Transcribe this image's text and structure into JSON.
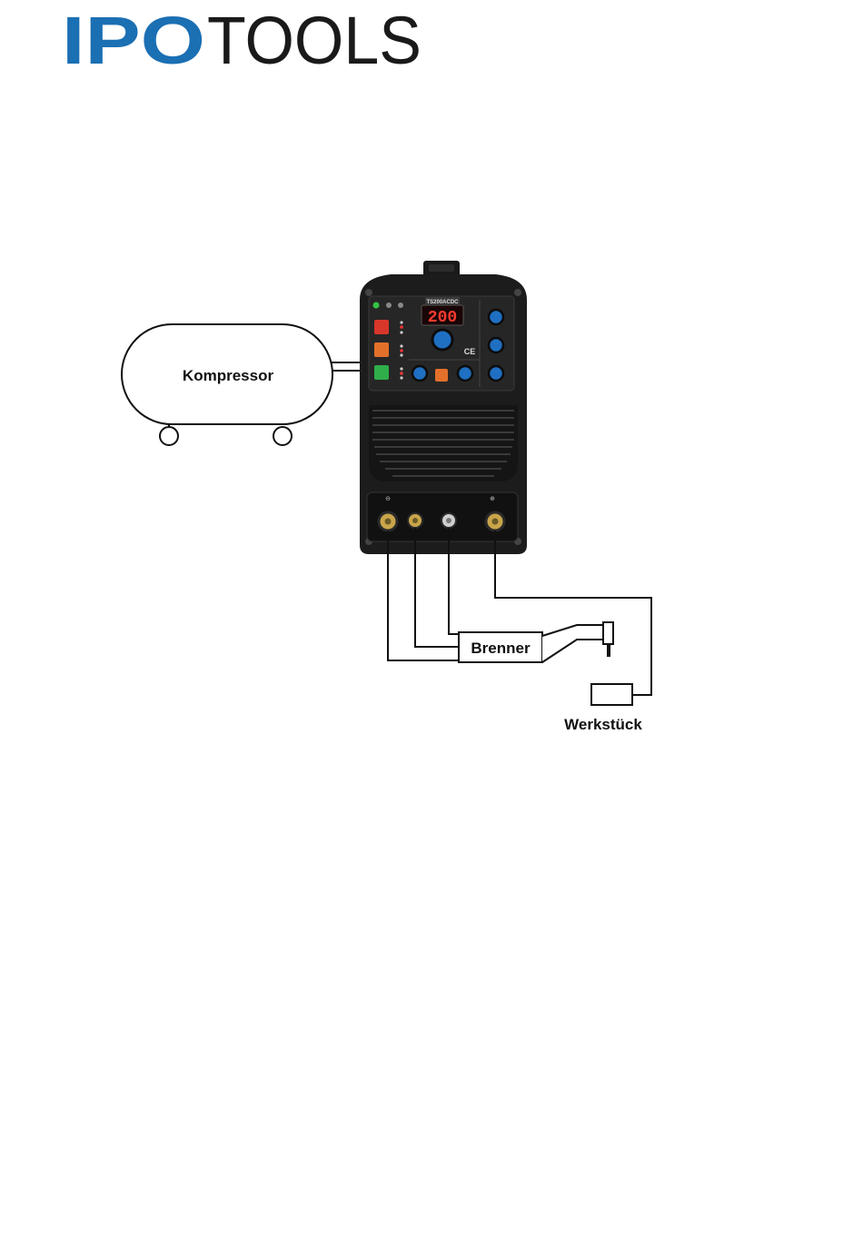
{
  "brand": {
    "part1": "IPO",
    "part2": "TOOLS",
    "color_part1": "#1b6fb3",
    "color_part2": "#1a1a1a"
  },
  "machine": {
    "model_label": "TS200ACDC",
    "display_value": "200",
    "ce_mark": "CE"
  },
  "labels": {
    "compressor": "Kompressor",
    "torch": "Brenner",
    "workpiece": "Werkstück"
  },
  "colors": {
    "machine_body": "#1c1c1c",
    "panel": "#2a2a2a",
    "display_red": "#ff3b30",
    "knob_blue": "#1f6fc2",
    "terminal_brass": "#c9a54a",
    "wire": "#111111"
  }
}
